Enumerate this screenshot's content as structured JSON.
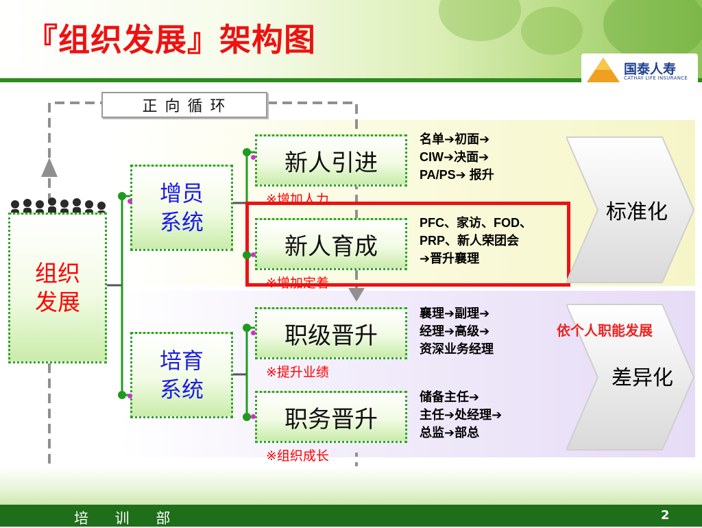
{
  "title": "『组织发展』架构图",
  "logo": {
    "name": "国泰人寿",
    "english": "CATHAY LIFE INSURANCE"
  },
  "loop_label": "正 向 循 环",
  "root": {
    "label": "组织\n发展"
  },
  "systems": [
    {
      "label": "增员\n系统"
    },
    {
      "label": "培育\n系统"
    }
  ],
  "items": [
    {
      "label": "新人引进",
      "note": "※增加人力",
      "lines": [
        "名单➔初面➔",
        "CIW➔决面➔",
        "PA/PS➔ 报升"
      ]
    },
    {
      "label": "新人育成",
      "note": "※增加定着",
      "lines": [
        "PFC、家访、FOD、",
        "PRP、新人荣团会",
        "➔晋升襄理"
      ]
    },
    {
      "label": "职级晋升",
      "note": "※提升业绩",
      "lines": [
        "襄理➔副理➔",
        "经理➔高级➔",
        "资深业务经理"
      ]
    },
    {
      "label": "职务晋升",
      "note": "※组织成长",
      "lines": [
        "储备主任➔",
        "主任➔处经理➔",
        "总监➔部总"
      ]
    }
  ],
  "chevrons": [
    {
      "label": "标准化"
    },
    {
      "label": "差异化",
      "caption": "依个人职能发展"
    }
  ],
  "footer": {
    "department": "培 训 部",
    "page": "2"
  },
  "colors": {
    "title_red": "#ee1111",
    "box_green": "#2aa22a",
    "system_blue": "#1a1ae6",
    "highlight_red": "#ee1111",
    "footer_green": "#1f6e1a"
  }
}
